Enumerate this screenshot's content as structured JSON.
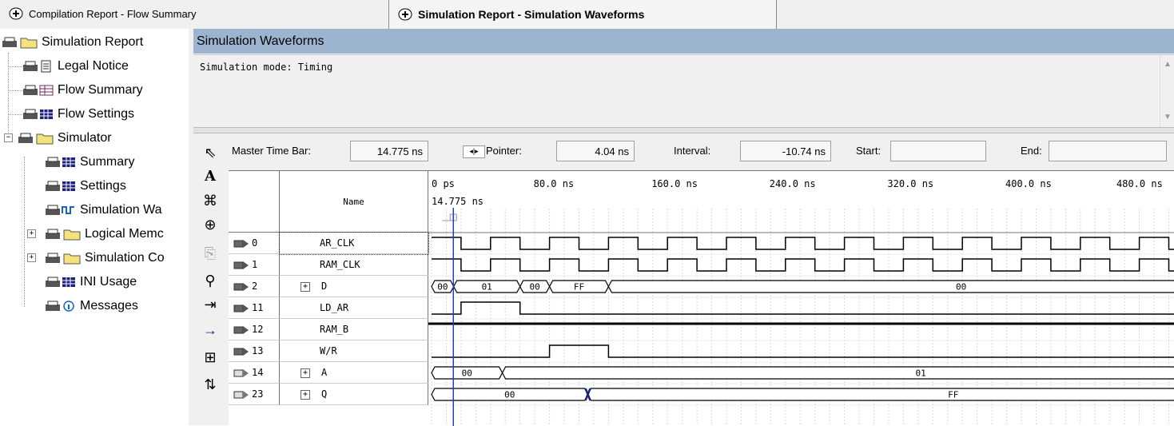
{
  "tabs": [
    {
      "label": "Compilation Report - Flow Summary",
      "active": false
    },
    {
      "label": "Simulation Report - Simulation Waveforms",
      "active": true
    }
  ],
  "tree": {
    "items": [
      {
        "label": "Simulation Report",
        "icon": "printer-folder-icon"
      },
      {
        "label": "Legal Notice",
        "icon": "printer-doc-icon"
      },
      {
        "label": "Flow Summary",
        "icon": "printer-table-icon"
      },
      {
        "label": "Flow Settings",
        "icon": "printer-grid-icon"
      },
      {
        "label": "Simulator",
        "icon": "printer-folder-icon"
      },
      {
        "label": "Summary",
        "icon": "printer-grid-icon"
      },
      {
        "label": "Settings",
        "icon": "printer-grid-icon"
      },
      {
        "label": "Simulation Wa",
        "icon": "printer-wave-icon"
      },
      {
        "label": "Logical Memc",
        "icon": "printer-folder-icon"
      },
      {
        "label": "Simulation Co",
        "icon": "printer-folder-icon"
      },
      {
        "label": "INI Usage",
        "icon": "printer-grid-icon"
      },
      {
        "label": "Messages",
        "icon": "printer-info-icon"
      }
    ]
  },
  "panel": {
    "title": "Simulation Waveforms",
    "mode_text": "Simulation mode: Timing"
  },
  "timebar": {
    "master_label": "Master Time Bar:",
    "master_value": "14.775 ns",
    "pointer_label": "Pointer:",
    "pointer_value": "4.04 ns",
    "interval_label": "Interval:",
    "interval_value": "-10.74 ns",
    "start_label": "Start:",
    "start_value": "",
    "end_label": "End:",
    "end_value": ""
  },
  "wave": {
    "name_header": "Name",
    "time_ticks": [
      "0 ps",
      "80.0 ns",
      "160.0 ns",
      "240.0 ns",
      "320.0 ns",
      "400.0 ns",
      "480.0 ns"
    ],
    "cursor_label": "14.775 ns",
    "signals": [
      {
        "node": "0",
        "name": "AR_CLK",
        "pin": "input",
        "expandable": false
      },
      {
        "node": "1",
        "name": "RAM_CLK",
        "pin": "input",
        "expandable": false
      },
      {
        "node": "2",
        "name": "D",
        "pin": "input-bus",
        "expandable": true,
        "bus_values": [
          "00",
          "01",
          "00",
          "FF",
          "00"
        ]
      },
      {
        "node": "11",
        "name": "LD_AR",
        "pin": "input",
        "expandable": false
      },
      {
        "node": "12",
        "name": "RAM_B",
        "pin": "input",
        "expandable": false
      },
      {
        "node": "13",
        "name": "W/R",
        "pin": "input",
        "expandable": false
      },
      {
        "node": "14",
        "name": "A",
        "pin": "output-bus",
        "expandable": true,
        "bus_values": [
          "00",
          "01"
        ]
      },
      {
        "node": "23",
        "name": "Q",
        "pin": "output-bus",
        "expandable": true,
        "bus_values": [
          "00",
          "FF"
        ]
      }
    ]
  },
  "colors": {
    "title_bar": "#9db4d0",
    "cursor": "#2040c0"
  }
}
